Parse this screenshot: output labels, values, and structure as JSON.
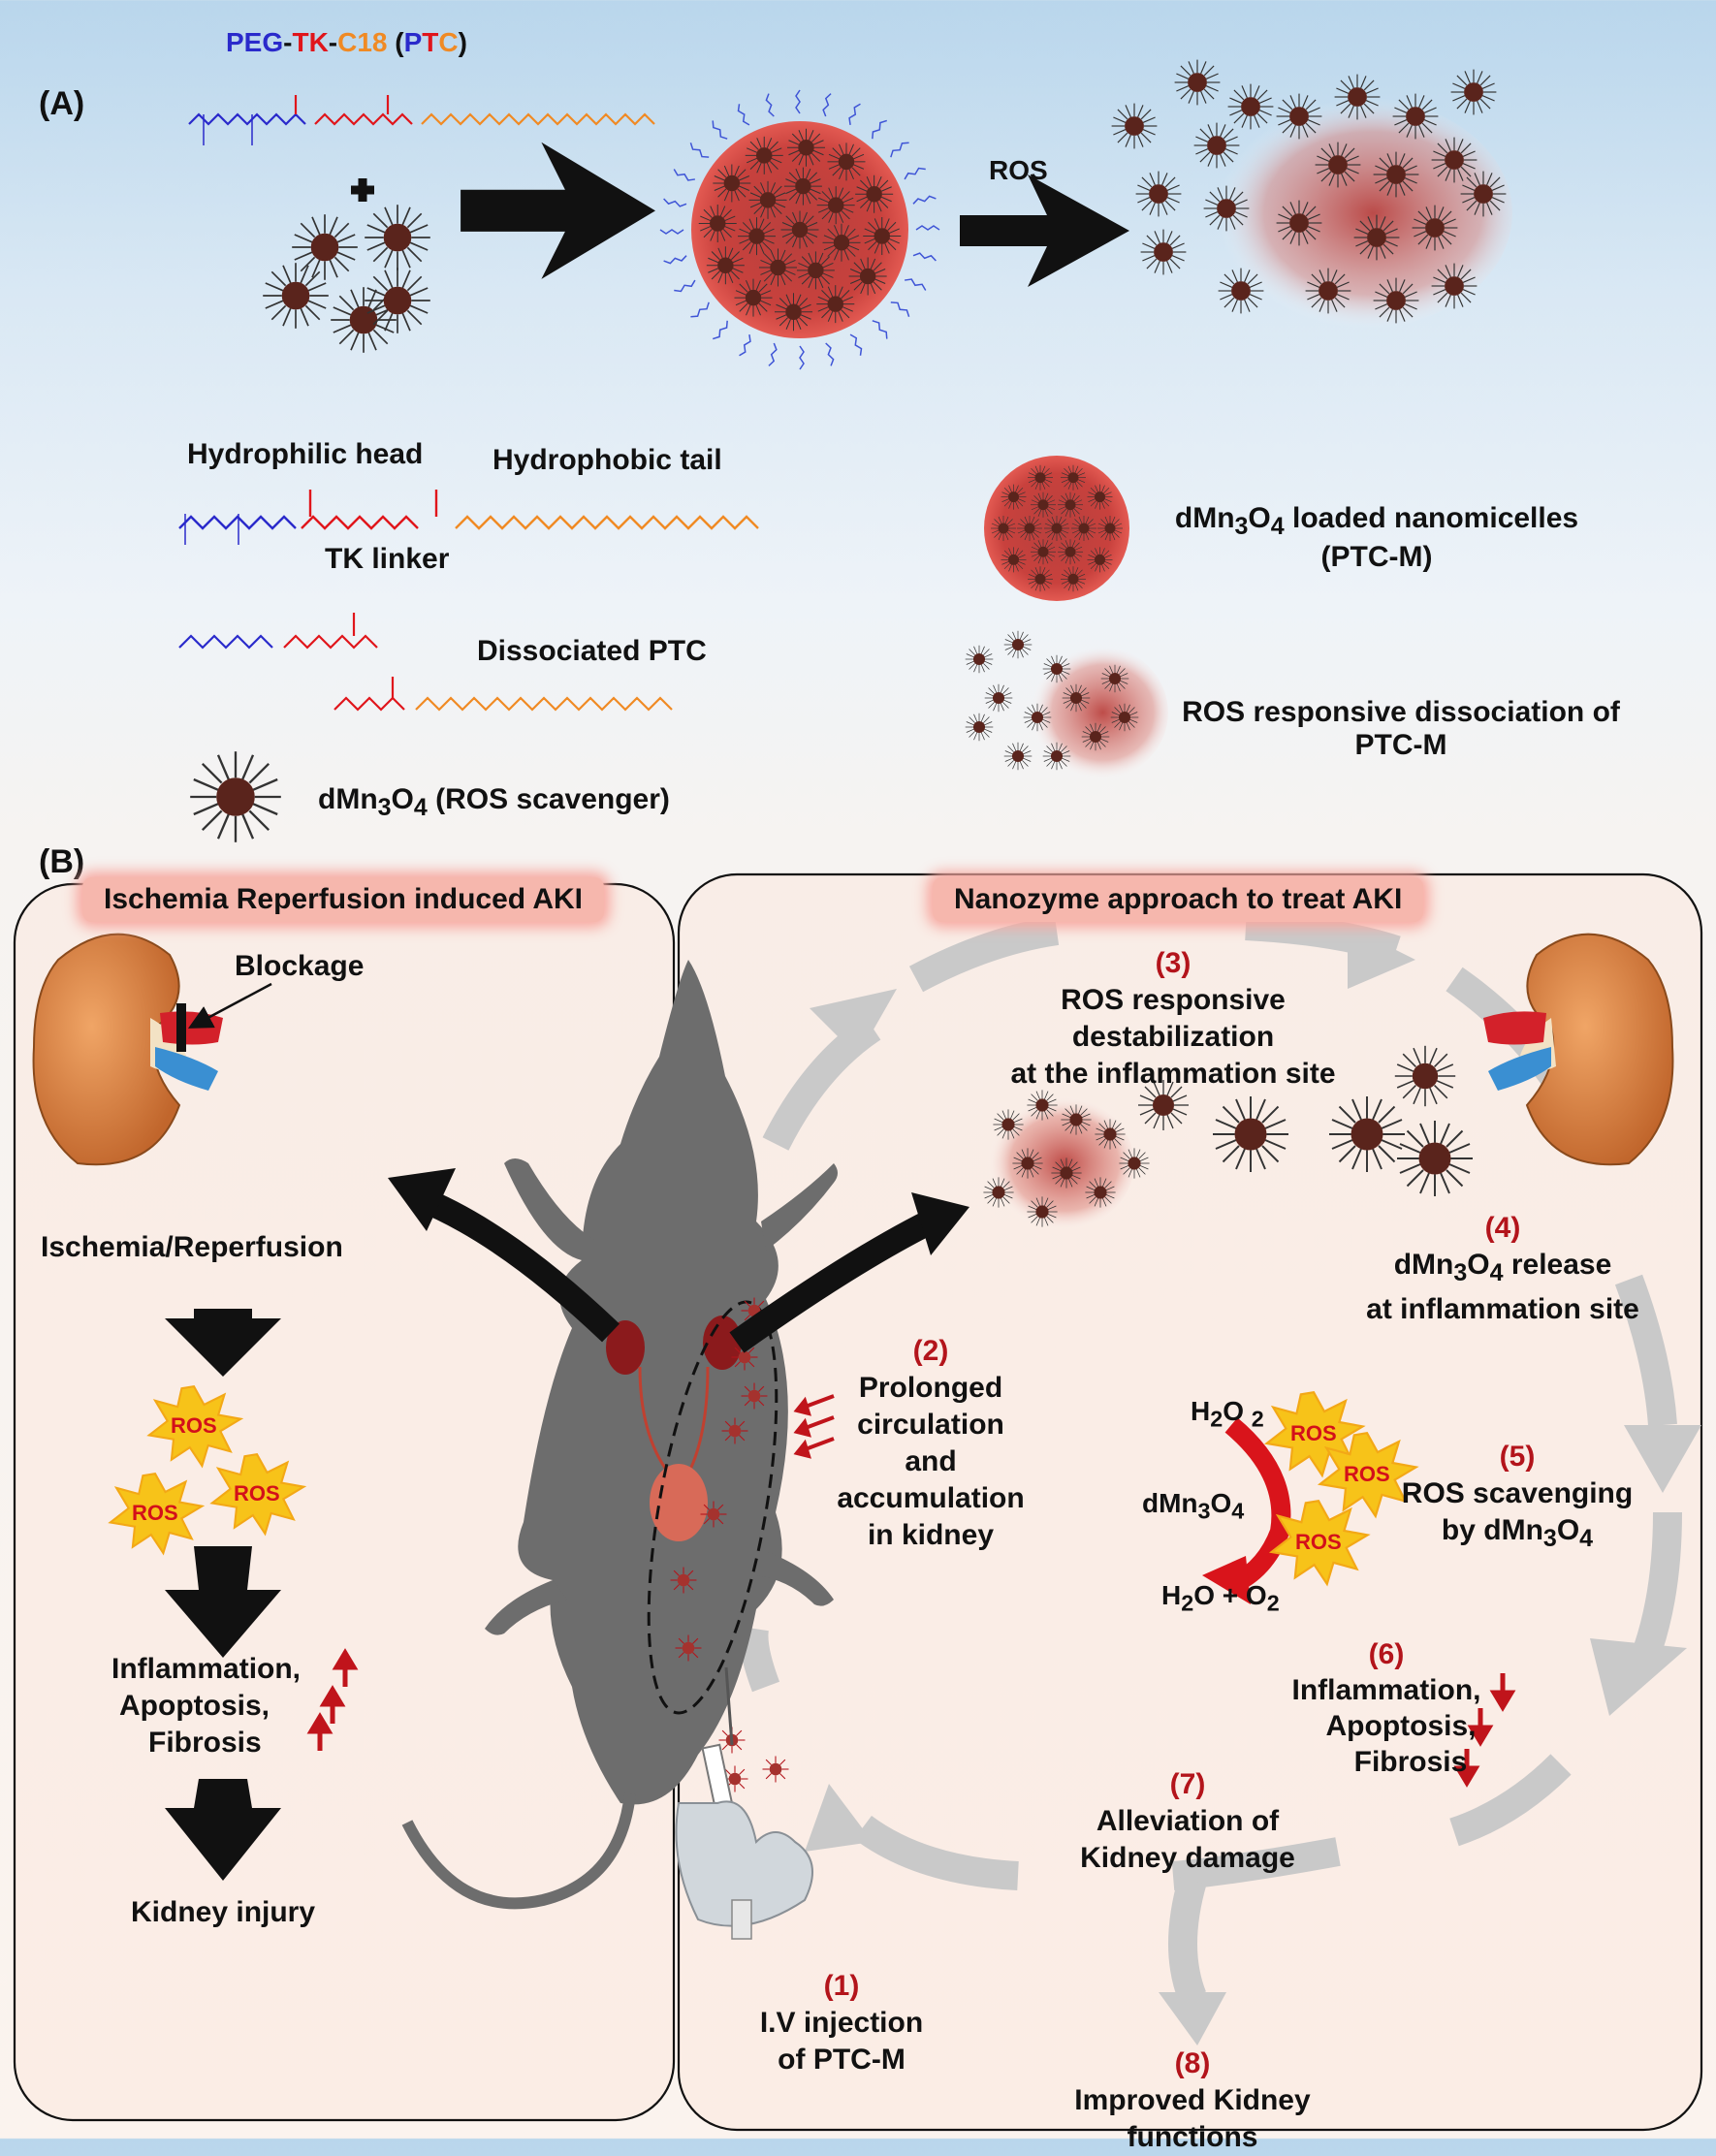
{
  "title": {
    "peg": "PEG",
    "d1": "-",
    "tk": "TK",
    "d2": "-",
    "c18": "C18",
    "open": " (",
    "p": "P",
    "t": "T",
    "c": "C",
    "close": ")"
  },
  "panel_a": {
    "label": "(A)",
    "ros_arrow": "ROS",
    "hydrophilic_head": "Hydrophilic head",
    "hydrophobic_tail": "Hydrophobic tail",
    "tk_linker": "TK linker",
    "dissociated_ptc": "Dissociated PTC",
    "scavenger_prefix": "dMn",
    "scavenger_sub1": "3",
    "scavenger_o": "O",
    "scavenger_sub2": "4",
    "scavenger_suffix": " (ROS scavenger)",
    "loaded_line1_prefix": "dMn",
    "loaded_line1_sub1": "3",
    "loaded_line1_o": "O",
    "loaded_line1_sub2": "4",
    "loaded_line1_suffix": " loaded nanomicelles",
    "loaded_line2": "(PTC-M)",
    "dissoc_line1": "ROS responsive dissociation of",
    "dissoc_line2": "PTC-M"
  },
  "panel_b": {
    "label": "(B)",
    "left_banner": "Ischemia Reperfusion induced AKI",
    "right_banner": "Nanozyme approach to treat AKI",
    "blockage": "Blockage",
    "ischemia": "Ischemia/Reperfusion",
    "ros": "ROS",
    "effects": [
      "Inflammation,",
      "Apoptosis,",
      "Fibrosis"
    ],
    "kidney_injury": "Kidney injury",
    "s1_num": "(1)",
    "s1_l1": "I.V injection",
    "s1_l2": "of PTC-M",
    "s2_num": "(2)",
    "s2_lines": [
      "Prolonged",
      "circulation",
      "and",
      "accumulation",
      "in kidney"
    ],
    "s3_num": "(3)",
    "s3_lines": [
      "ROS responsive",
      "destabilization",
      "at the inflammation site"
    ],
    "s4_num": "(4)",
    "s4_l1_prefix": "dMn",
    "s4_sub1": "3",
    "s4_o": "O",
    "s4_sub2": "4",
    "s4_l1_suffix": " release",
    "s4_l2": "at inflammation site",
    "s5_num": "(5)",
    "s5_l1": "ROS scavenging",
    "s5_l2_prefix": "by dMn",
    "s5_sub1": "3",
    "s5_o": "O",
    "s5_sub2": "4",
    "h2o2_h": "H",
    "h2o2_2a": "2",
    "h2o2_o": "O ",
    "h2o2_2b": "2",
    "cat_prefix": "dMn",
    "cat_sub1": "3",
    "cat_o": "O",
    "cat_sub2": "4",
    "prod_h": "H",
    "prod_2a": "2",
    "prod_mid": "O + O",
    "prod_2b": "2",
    "s6_num": "(6)",
    "s6_lines": [
      "Inflammation,",
      "Apoptosis,",
      "Fibrosis"
    ],
    "s7_num": "(7)",
    "s7_l1": "Alleviation of",
    "s7_l2": "Kidney damage",
    "s8_num": "(8)",
    "s8_l1": "Improved Kidney",
    "s8_l2": "functions"
  },
  "colors": {
    "peg": "#2a2acb",
    "tk": "#e0151b",
    "c18": "#f08a24",
    "accent": "#b3141b",
    "banner": "#f6b7ad",
    "ros_star": "#f7c319",
    "particle": "#5a241c"
  }
}
